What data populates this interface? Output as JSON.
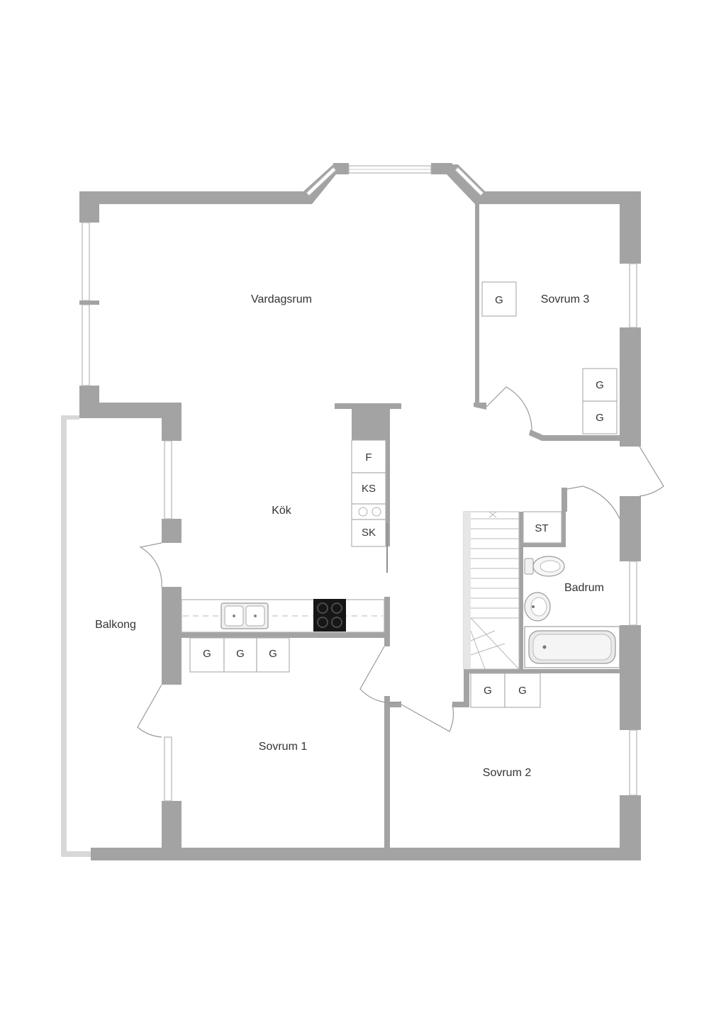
{
  "rooms": {
    "vardagsrum": "Vardagsrum",
    "sovrum3": "Sovrum 3",
    "kok": "Kök",
    "balkong": "Balkong",
    "badrum": "Badrum",
    "sovrum1": "Sovrum 1",
    "sovrum2": "Sovrum 2"
  },
  "fixtures": {
    "garderob": "G",
    "fridge": "F",
    "fridge_freezer": "KS",
    "cabinet": "SK",
    "storage": "ST"
  },
  "colors": {
    "wall": "#a3a3a3",
    "background": "#ffffff"
  }
}
